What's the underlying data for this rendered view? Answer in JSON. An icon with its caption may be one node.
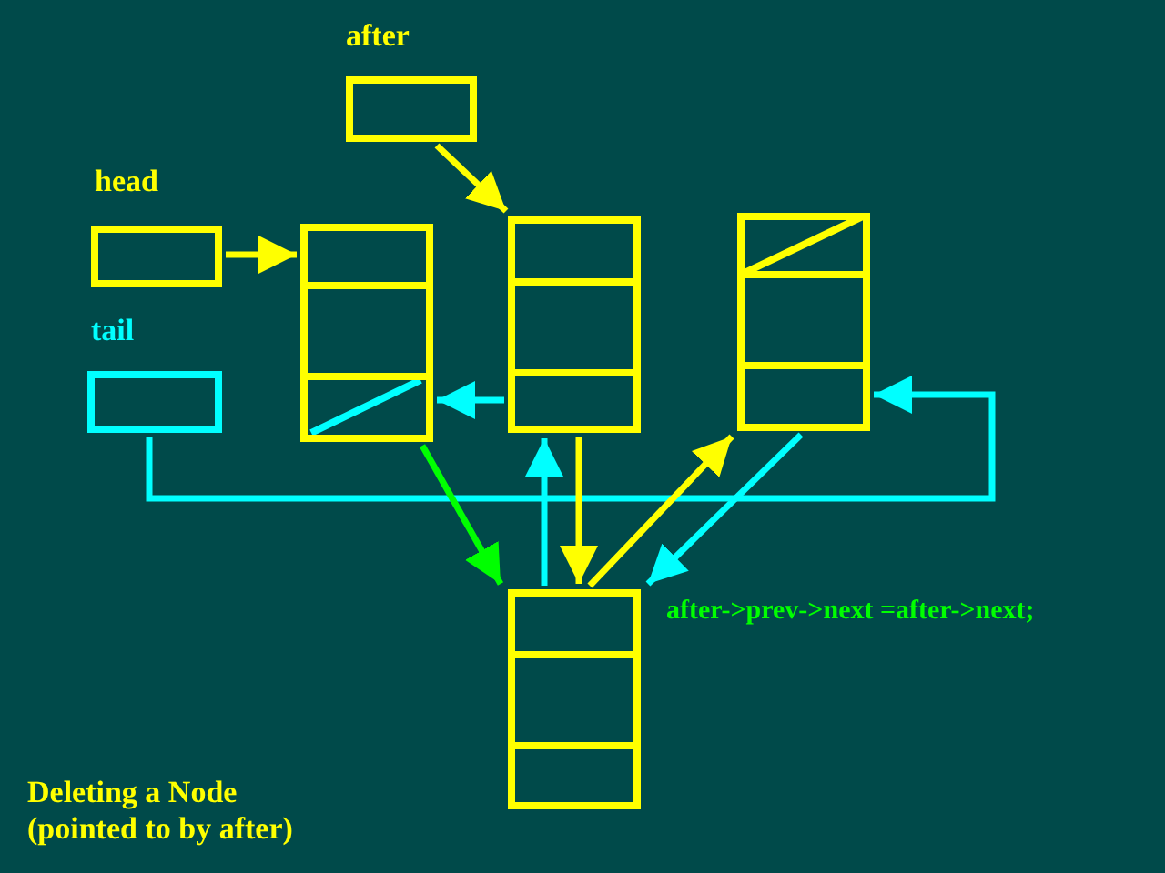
{
  "diagram": {
    "caption": "Deleting a Node (pointed to by after)",
    "nodes": [
      {
        "text": [
          "after"
        ]
      },
      {
        "text": [
          "head"
        ]
      },
      {
        "text": [
          "tail"
        ]
      },
      {
        "text": [],
        "shape": "box"
      },
      {
        "text": [],
        "shape": "box"
      },
      {
        "text": [],
        "shape": "box"
      },
      {
        "text": [],
        "shape": "box"
      }
    ],
    "edges": [
      {
        "from": 0,
        "to": 4,
        "arrow": "to",
        "color": "#ffff00"
      },
      {
        "from": 1,
        "to": 3,
        "arrow": "to",
        "color": "#ffff00"
      },
      {
        "from": 2,
        "to": 5,
        "arrow": "to",
        "color": "#00ffff"
      },
      {
        "from": 4,
        "to": 3,
        "arrow": "to",
        "color": "#00ffff"
      },
      {
        "from": 3,
        "to": 6,
        "arrow": "to",
        "color": "#00ff00"
      },
      {
        "from": 4,
        "to": 6,
        "arrow": "to",
        "color": "#ffff00"
      },
      {
        "from": 6,
        "to": 5,
        "arrow": "to",
        "color": "#ffff00"
      },
      {
        "from": 5,
        "to": 6,
        "arrow": "to",
        "color": "#00ffff"
      },
      {
        "from": 6,
        "to": 4,
        "arrow": "to",
        "color": "#00ffff"
      }
    ],
    "labels": [
      "after->prev->next =after->next;"
    ]
  }
}
